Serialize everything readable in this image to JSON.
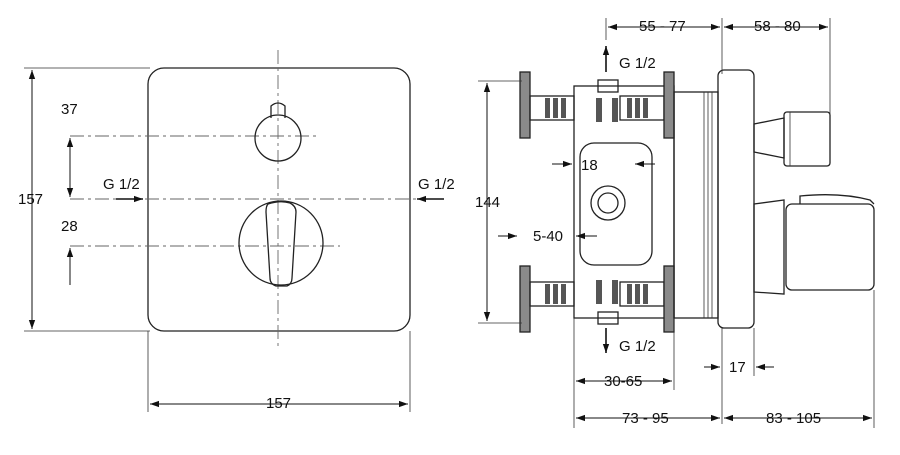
{
  "front_view": {
    "width_label": "157",
    "height_label": "157",
    "upper_offset_label": "37",
    "lower_offset_label": "28",
    "inlet_left_label": "G 1/2",
    "inlet_right_label": "G 1/2"
  },
  "side_view": {
    "top_depth_a_label": "55 - 77",
    "top_depth_b_label": "58 - 80",
    "top_outlet_label": "G 1/2",
    "bottom_outlet_label": "G 1/2",
    "height_label": "144",
    "port_width_label": "18",
    "offset_label": "5-40",
    "spacer_label": "17",
    "inner_range_label": "30-65",
    "bottom_depth_a_label": "73 - 95",
    "bottom_depth_b_label": "83 - 105"
  }
}
